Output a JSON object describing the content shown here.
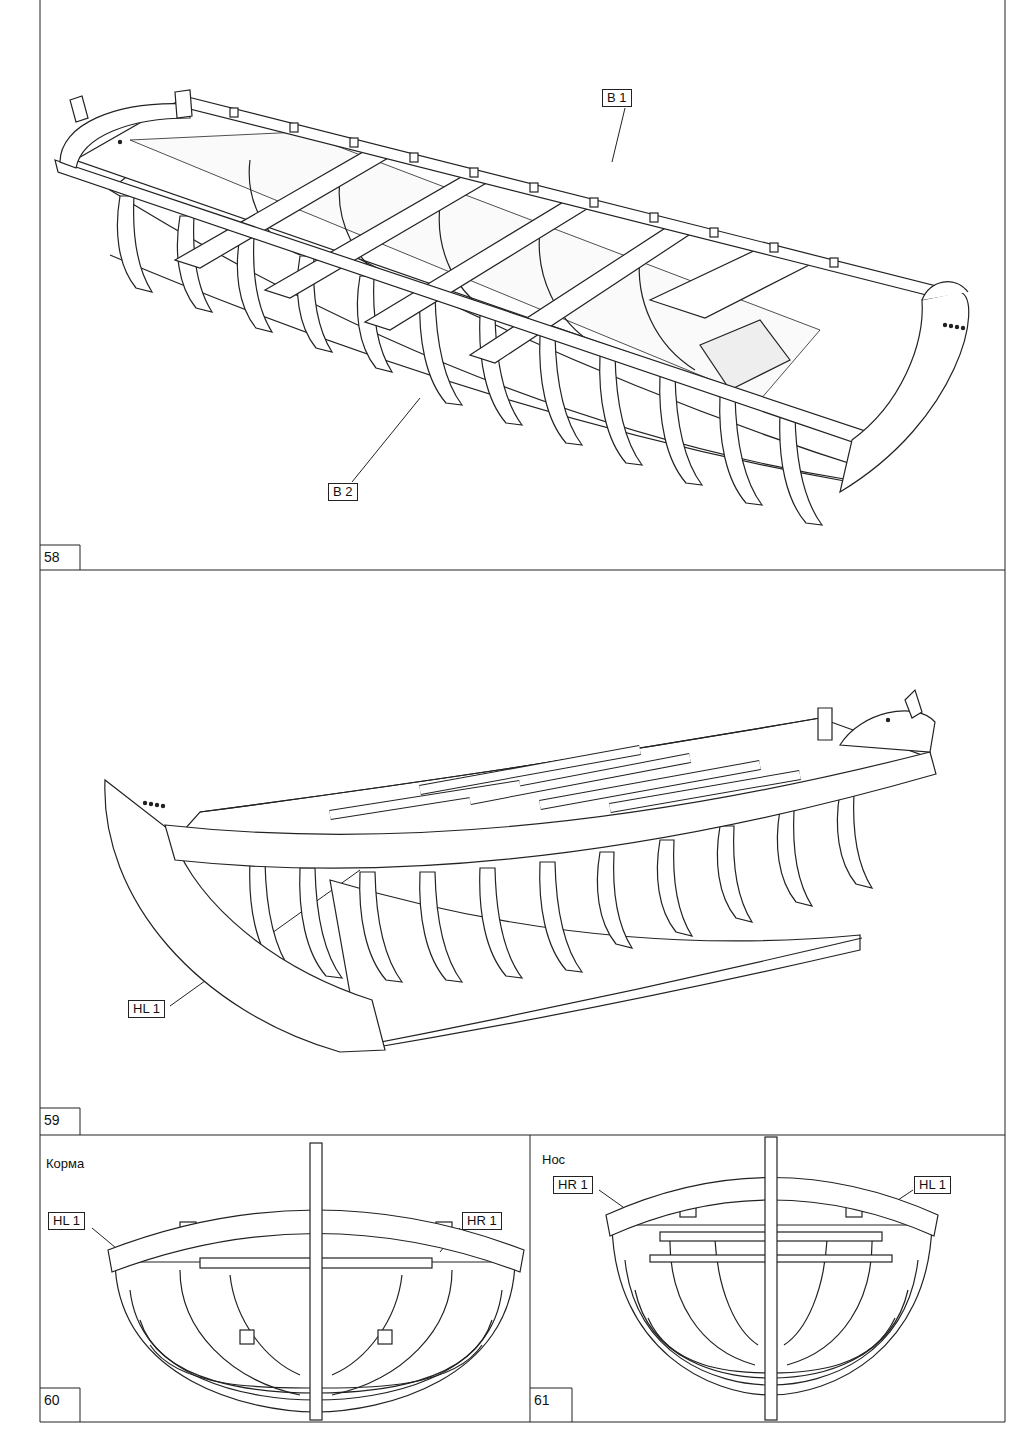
{
  "diagram": {
    "labels": [
      "B 1",
      "B 2",
      "58",
      "HL 1",
      "59",
      "Корма",
      "HL 1",
      "HR 1",
      "60",
      "Нос",
      "HR 1",
      "HL 1",
      "61"
    ]
  }
}
